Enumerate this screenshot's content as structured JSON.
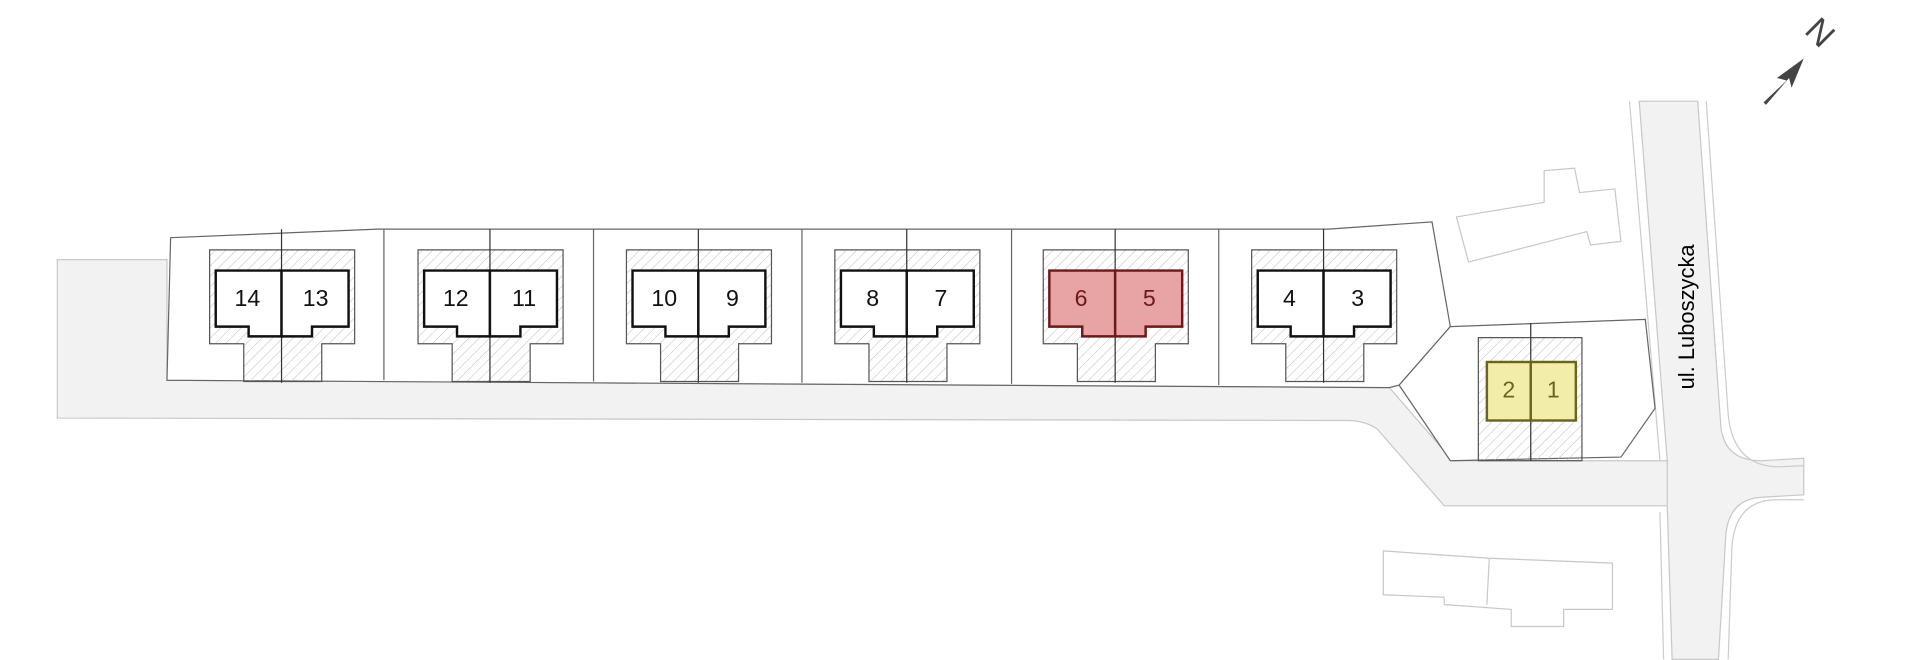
{
  "street": {
    "name": "ul. Luboszycka"
  },
  "compass": {
    "label": "N"
  },
  "colors": {
    "reserved": "#e8a3a5",
    "reserved_stroke": "#6b1a1a",
    "available": "#f2eeaa",
    "available_stroke": "#6b6420",
    "default": "#ffffff",
    "road": "#f2f2f2"
  },
  "units": [
    {
      "id": "14",
      "status": "default"
    },
    {
      "id": "13",
      "status": "default"
    },
    {
      "id": "12",
      "status": "default"
    },
    {
      "id": "11",
      "status": "default"
    },
    {
      "id": "10",
      "status": "default"
    },
    {
      "id": "9",
      "status": "default"
    },
    {
      "id": "8",
      "status": "default"
    },
    {
      "id": "7",
      "status": "default"
    },
    {
      "id": "6",
      "status": "reserved"
    },
    {
      "id": "5",
      "status": "reserved"
    },
    {
      "id": "4",
      "status": "default"
    },
    {
      "id": "3",
      "status": "default"
    },
    {
      "id": "2",
      "status": "available"
    },
    {
      "id": "1",
      "status": "available"
    }
  ]
}
